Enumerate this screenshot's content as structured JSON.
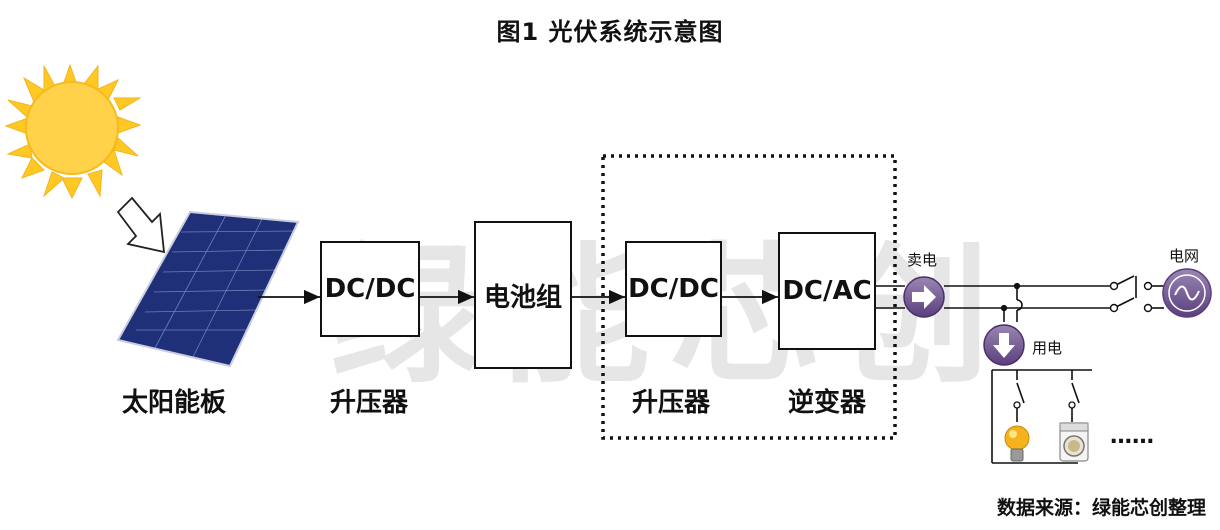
{
  "title": "图1 光伏系统示意图",
  "watermark": "绿能芯创",
  "blocks": {
    "dcdc1": "DC/DC",
    "battery": "电池组",
    "dcdc2": "DC/DC",
    "dcac": "DC/AC"
  },
  "labels": {
    "solar_panel": "太阳能板",
    "booster1": "升压器",
    "booster2": "升压器",
    "inverter": "逆变器",
    "sell": "卖电",
    "use": "用电",
    "grid": "电网",
    "more": "……"
  },
  "source": "数据来源：绿能芯创整理",
  "colors": {
    "sun": "#FFC825",
    "panel": "#1F2F78",
    "meter_purple": "#6D4D8C",
    "line": "#111111"
  },
  "icons": [
    "sun-icon",
    "solar-panel-icon",
    "sell-meter-icon",
    "use-meter-icon",
    "grid-ac-icon",
    "lightbulb-icon",
    "washing-machine-icon"
  ]
}
